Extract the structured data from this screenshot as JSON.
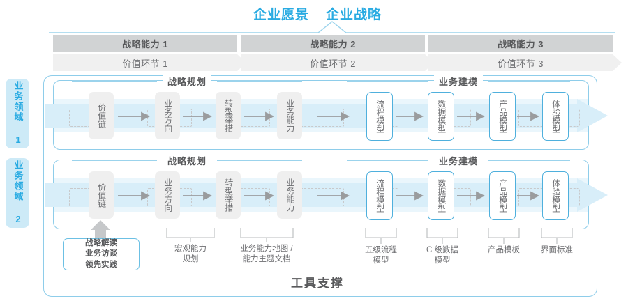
{
  "header": {
    "titles": [
      "企业愿景",
      "企业战略"
    ],
    "accent_color": "#29abe2"
  },
  "capability_bands": [
    {
      "label": "战略能力 1"
    },
    {
      "label": "战略能力 2"
    },
    {
      "label": "战略能力 3"
    }
  ],
  "value_bands": [
    {
      "label": "价值环节 1"
    },
    {
      "label": "价值环节 2"
    },
    {
      "label": "价值环节 3"
    }
  ],
  "side_labels": [
    {
      "label": "业务领域 1"
    },
    {
      "label": "业务领域 2"
    }
  ],
  "sections": {
    "planning": "战略规划",
    "modeling": "业务建模"
  },
  "nodes": {
    "planning": [
      "价值链",
      "业务方向",
      "转型举措",
      "业务能力"
    ],
    "modeling": [
      "流程模型",
      "数据模型",
      "产品模型",
      "体验模型"
    ]
  },
  "footer": {
    "tool_support": "工具支撑",
    "strategy_box": [
      "战略解读",
      "业务访谈",
      "领先实践"
    ],
    "labels": [
      "宏观能力\n规划",
      "业务能力地图 /\n能力主题文档",
      "五级流程\n模型",
      "C 级数据\n模型",
      "产品模板",
      "界面标准"
    ]
  },
  "colors": {
    "band_dark": "#d1d3d4",
    "band_light": "#f0f0f0",
    "accent": "#29abe2",
    "row_border": "#8ecdea",
    "row_fill": "#eaf6fc",
    "node_gray": "#efefef",
    "node_blue_border": "#4fb0dd"
  }
}
